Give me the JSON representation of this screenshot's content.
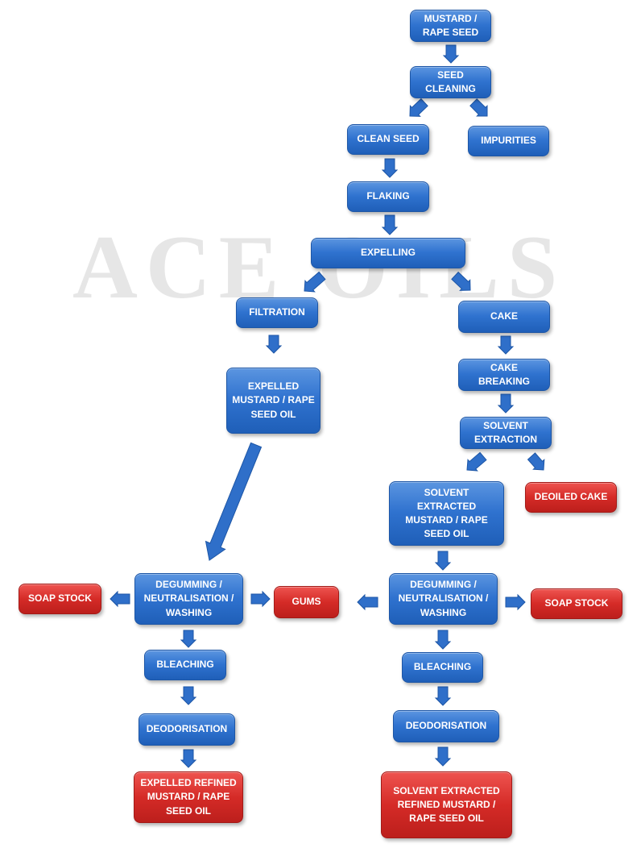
{
  "watermark": "ACE OILS",
  "boxes": {
    "mustard_seed": "MUSTARD / RAPE SEED",
    "seed_cleaning": "SEED CLEANING",
    "clean_seed": "CLEAN SEED",
    "impurities": "IMPURITIES",
    "flaking": "FLAKING",
    "expelling": "EXPELLING",
    "filtration": "FILTRATION",
    "cake": "CAKE",
    "expelled_oil": "EXPELLED MUSTARD / RAPE SEED OIL",
    "cake_breaking": "CAKE BREAKING",
    "solvent_extraction": "SOLVENT EXTRACTION",
    "deoiled_cake": "DEOILED CAKE",
    "solvent_extracted_oil": "SOLVENT EXTRACTED MUSTARD / RAPE SEED OIL",
    "soap_stock_left": "SOAP STOCK",
    "degumming_left": "DEGUMMING / NEUTRALISATION / WASHING",
    "gums": "GUMS",
    "degumming_right": "DEGUMMING / NEUTRALISATION / WASHING",
    "soap_stock_right": "SOAP STOCK",
    "bleaching_left": "BLEACHING",
    "bleaching_right": "BLEACHING",
    "deodorisation_left": "DEODORISATION",
    "deodorisation_right": "DEODORISATION",
    "refined_expelled": "EXPELLED REFINED MUSTARD / RAPE SEED OIL",
    "refined_solvent": "SOLVENT EXTRACTED REFINED MUSTARD / RAPE SEED OIL"
  },
  "colors": {
    "process_box": "#2f72cf",
    "output_box": "#d52b27",
    "arrow": "#2f6fc9"
  }
}
